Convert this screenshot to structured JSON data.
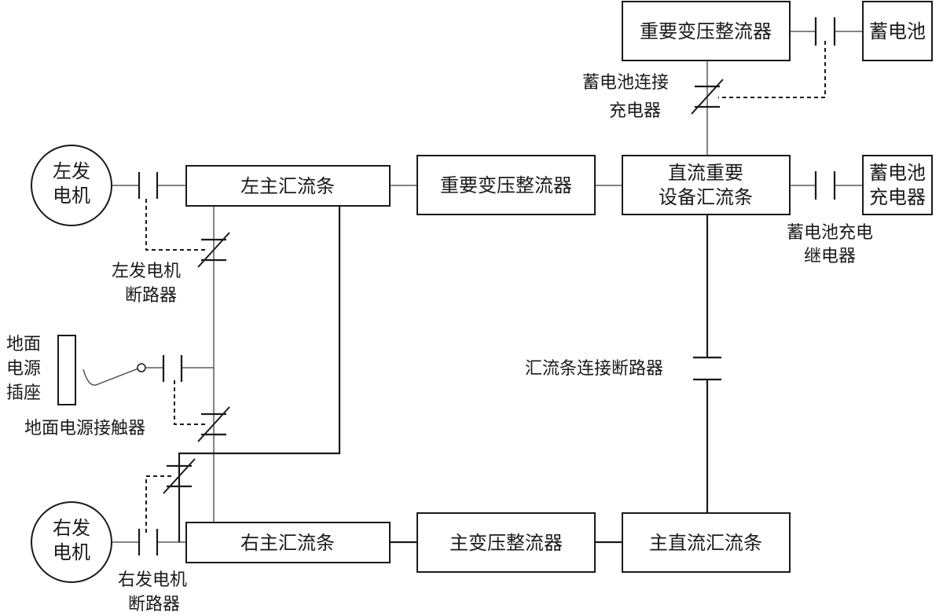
{
  "generators": {
    "left": [
      "左发",
      "电机"
    ],
    "right": [
      "右发",
      "电机"
    ]
  },
  "boxes": {
    "left_main_bus": "左主汇流条",
    "right_main_bus": "右主汇流条",
    "essential_tru_mid": "重要变压整流器",
    "essential_tru_top": "重要变压整流器",
    "battery": "蓄电池",
    "dc_essential_bus": [
      "直流重要",
      "设备汇流条"
    ],
    "battery_charger": [
      "蓄电池",
      "充电器"
    ],
    "main_tru": "主变压整流器",
    "main_dc_bus": "主直流汇流条"
  },
  "labels": {
    "battery_charger_connect": [
      "蓄电池连接",
      "充电器"
    ],
    "battery_charge_relay": [
      "蓄电池充电",
      "继电器"
    ],
    "left_gen_breaker": [
      "左发电机",
      "断路器"
    ],
    "right_gen_breaker": [
      "右发电机",
      "断路器"
    ],
    "ground_power_socket": [
      "地面",
      "电源",
      "插座"
    ],
    "ground_power_contactor": "地面电源接触器",
    "bus_tie_breaker": "汇流条连接断路器"
  }
}
